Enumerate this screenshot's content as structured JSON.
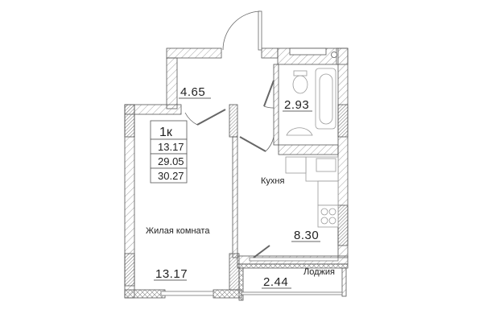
{
  "plan": {
    "type": "1-room apartment floor plan",
    "summary_box": {
      "rooms_label": "1к",
      "living_area": "13.17",
      "total_area": "29.05",
      "total_area_with_loggia": "30.27"
    },
    "rooms": [
      {
        "id": "hall",
        "name": "",
        "area": "4.65"
      },
      {
        "id": "bathroom",
        "name": "",
        "area": "2.93"
      },
      {
        "id": "kitchen",
        "name": "Кухня",
        "area": "8.30"
      },
      {
        "id": "living-room",
        "name": "Жилая комната",
        "area": "13.17"
      },
      {
        "id": "loggia",
        "name": "Лоджия",
        "area": "2.44"
      }
    ]
  },
  "colors": {
    "line": "#555555",
    "hatch": "#777777",
    "fixture": "#999999",
    "text": "#222222"
  }
}
